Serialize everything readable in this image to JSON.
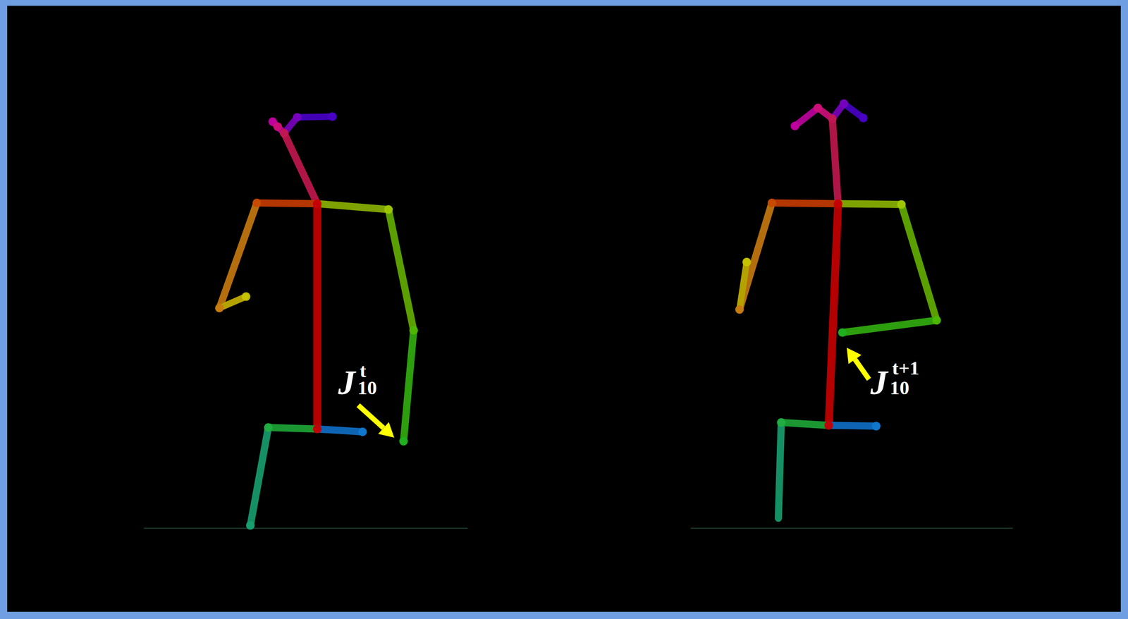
{
  "diagram": {
    "labels": [
      "J",
      "t",
      "10",
      "J",
      "t+1",
      "10"
    ]
  }
}
